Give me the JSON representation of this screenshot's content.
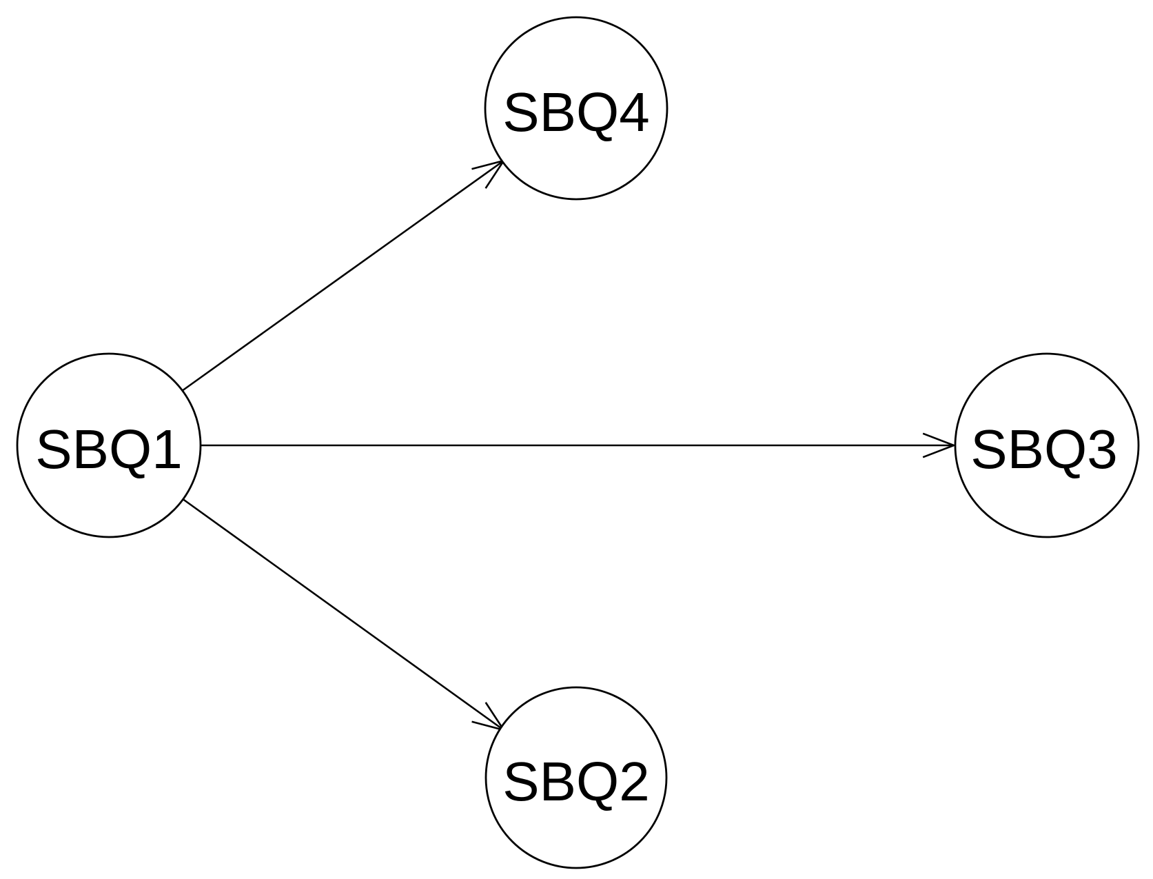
{
  "diagram": {
    "type": "path-diagram",
    "background_color": "#ffffff",
    "node_shape": "circle",
    "node_fill": "#ffffff",
    "node_stroke_color": "#000000",
    "label_color": "#000000",
    "arrow_style": "open-v",
    "nodes": [
      {
        "id": "SBQ1",
        "label": "SBQ1"
      },
      {
        "id": "SBQ4",
        "label": "SBQ4"
      },
      {
        "id": "SBQ3",
        "label": "SBQ3"
      },
      {
        "id": "SBQ2",
        "label": "SBQ2"
      }
    ],
    "edges": [
      {
        "from": "SBQ1",
        "to": "SBQ4",
        "directed": true
      },
      {
        "from": "SBQ1",
        "to": "SBQ3",
        "directed": true
      },
      {
        "from": "SBQ1",
        "to": "SBQ2",
        "directed": true
      }
    ]
  }
}
